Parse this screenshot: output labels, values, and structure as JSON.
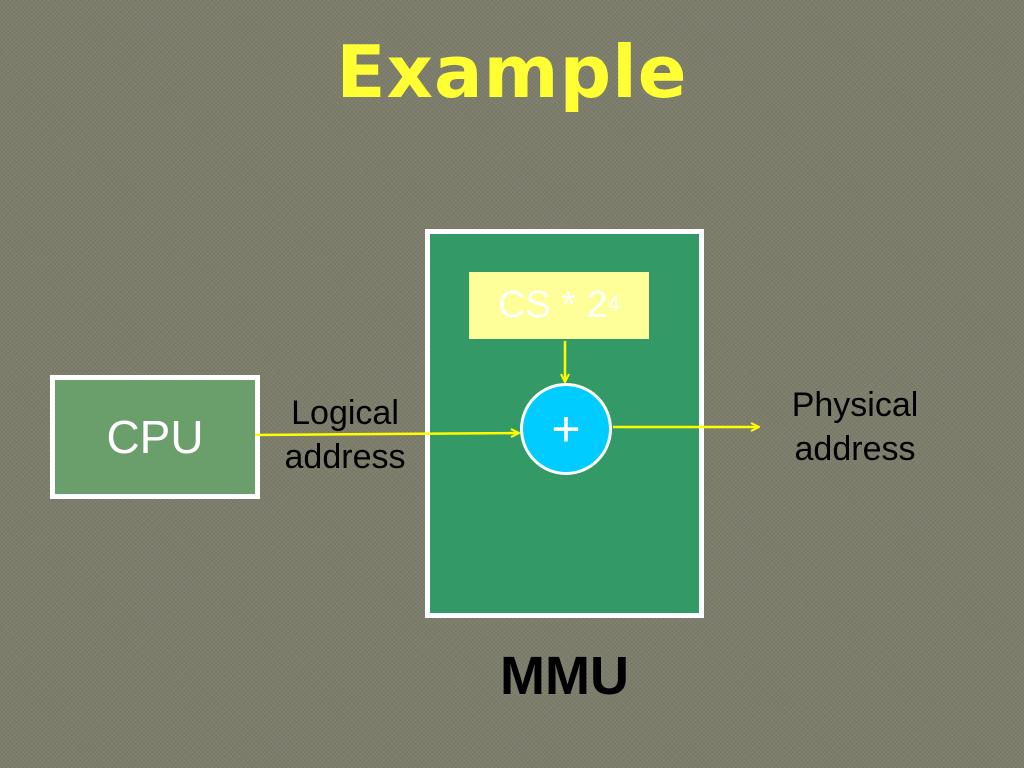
{
  "title": "Example",
  "diagram": {
    "cpu_label": "CPU",
    "cs_label_base": "CS * 2",
    "cs_label_exp": "4",
    "adder_symbol": "+",
    "logical_line1": "Logical",
    "logical_line2": "address",
    "physical_line1": "Physical",
    "physical_line2": "address",
    "mmu_label": "MMU"
  },
  "colors": {
    "background": "#7c7d6b",
    "title": "#ffff33",
    "cpu_fill": "#6a9e6a",
    "mmu_fill": "#339966",
    "cs_fill": "#ffff99",
    "adder_fill": "#00ccff",
    "arrow": "#ffff00"
  }
}
